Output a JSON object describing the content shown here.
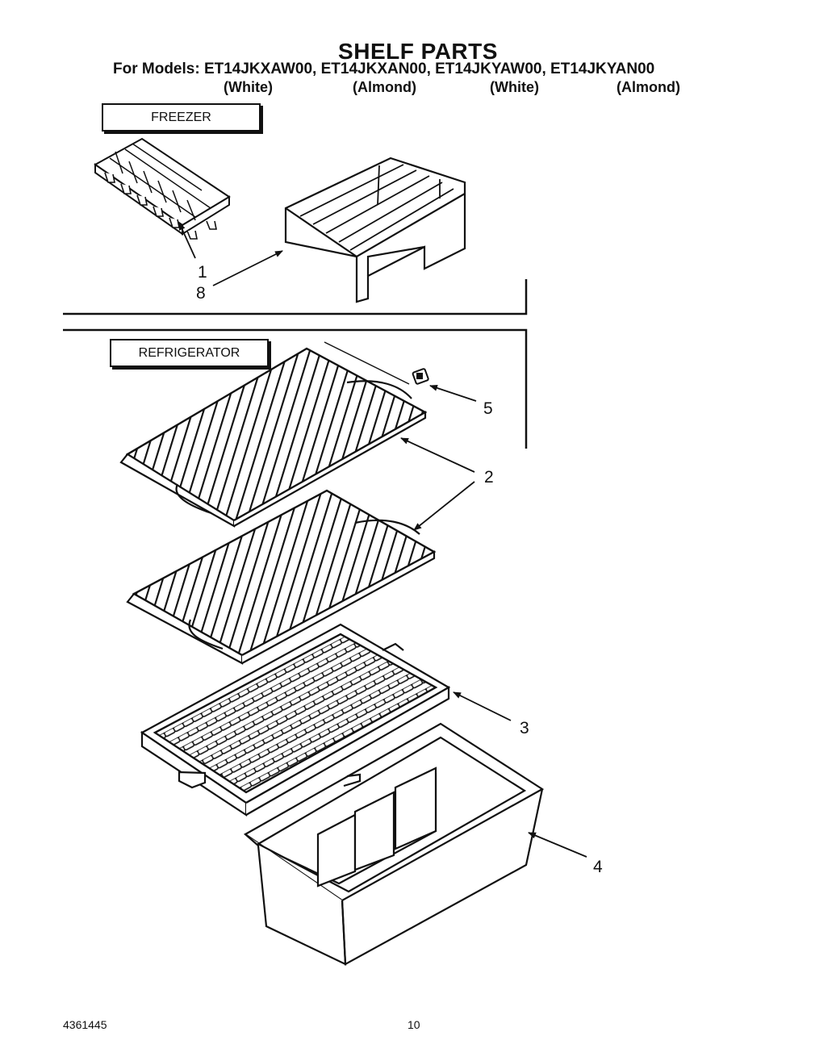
{
  "header": {
    "title": "SHELF PARTS",
    "models_line": "For Models: ET14JKXAW00, ET14JKXAN00, ET14JKYAW00, ET14JKYAN00",
    "colors": [
      "(White)",
      "(Almond)",
      "(White)",
      "(Almond)"
    ]
  },
  "sections": {
    "freezer": "FREEZER",
    "refrigerator": "REFRIGERATOR"
  },
  "callouts": {
    "ice_tray": "1",
    "freezer_shelf": "8",
    "shelf_stop": "5",
    "wire_shelf": "2",
    "crisper_cover": "3",
    "crisper_pan": "4"
  },
  "footer": {
    "doc_number": "4361445",
    "page_number": "10"
  }
}
